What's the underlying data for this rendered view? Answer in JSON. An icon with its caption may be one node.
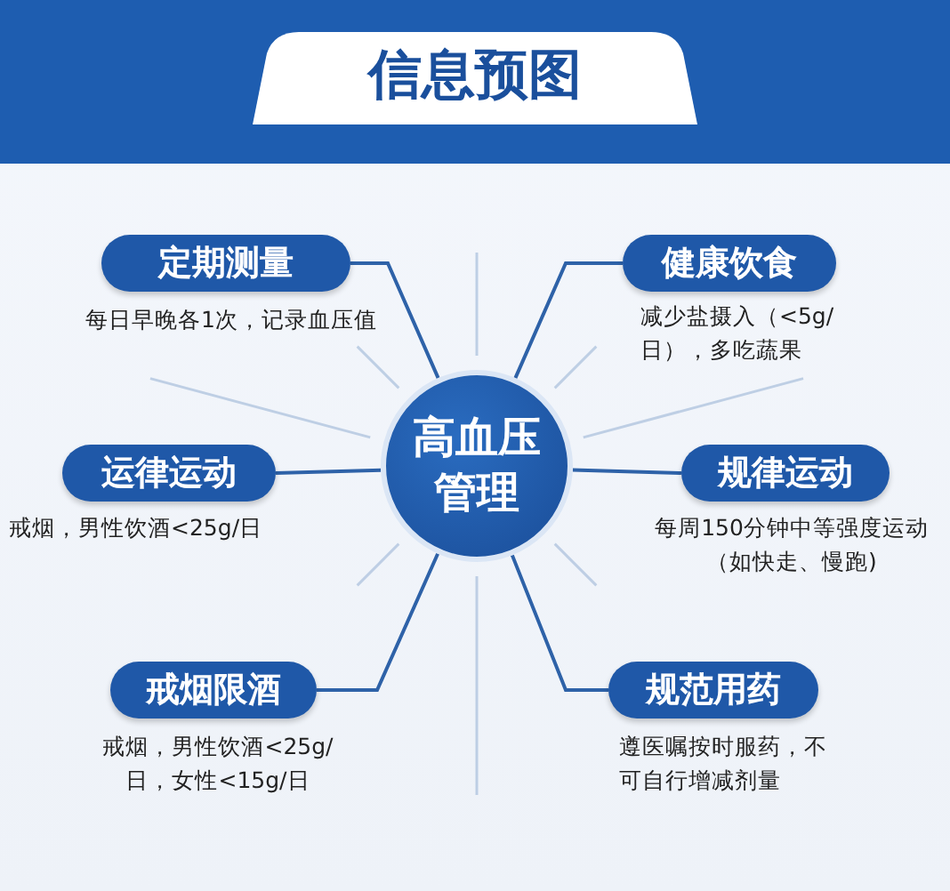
{
  "diagram": {
    "title": "信息预图",
    "nodes": [
      {
        "text": [
          "高血压管理"
        ]
      },
      {
        "text": [
          "定期测量"
        ],
        "beside": [
          "每日早晚各1次，记录血压值"
        ]
      },
      {
        "text": [
          "健康饮食"
        ],
        "beside": [
          "减少盐摄入（<5g/日），多吃蔬果"
        ]
      },
      {
        "text": [
          "运律运动"
        ],
        "beside": [
          "戒烟，男性饮酒<25g/日"
        ]
      },
      {
        "text": [
          "规律运动"
        ],
        "beside": [
          "每周150分钟中等强度运动（如快走、慢跑)"
        ]
      },
      {
        "text": [
          "戒烟限酒"
        ],
        "beside": [
          "戒烟，男性饮酒<25g/日，女性<15g/日"
        ]
      },
      {
        "text": [
          "规范用药"
        ],
        "beside": [
          "遵医嘱按时服药，不可自行增减剂量"
        ]
      }
    ],
    "edges": [
      {
        "from": 1,
        "to": 0,
        "arrow": "none"
      },
      {
        "from": 2,
        "to": 0,
        "arrow": "none"
      },
      {
        "from": 3,
        "to": 0,
        "arrow": "none"
      },
      {
        "from": 4,
        "to": 0,
        "arrow": "none"
      },
      {
        "from": 5,
        "to": 0,
        "arrow": "none"
      },
      {
        "from": 6,
        "to": 0,
        "arrow": "none"
      }
    ]
  }
}
